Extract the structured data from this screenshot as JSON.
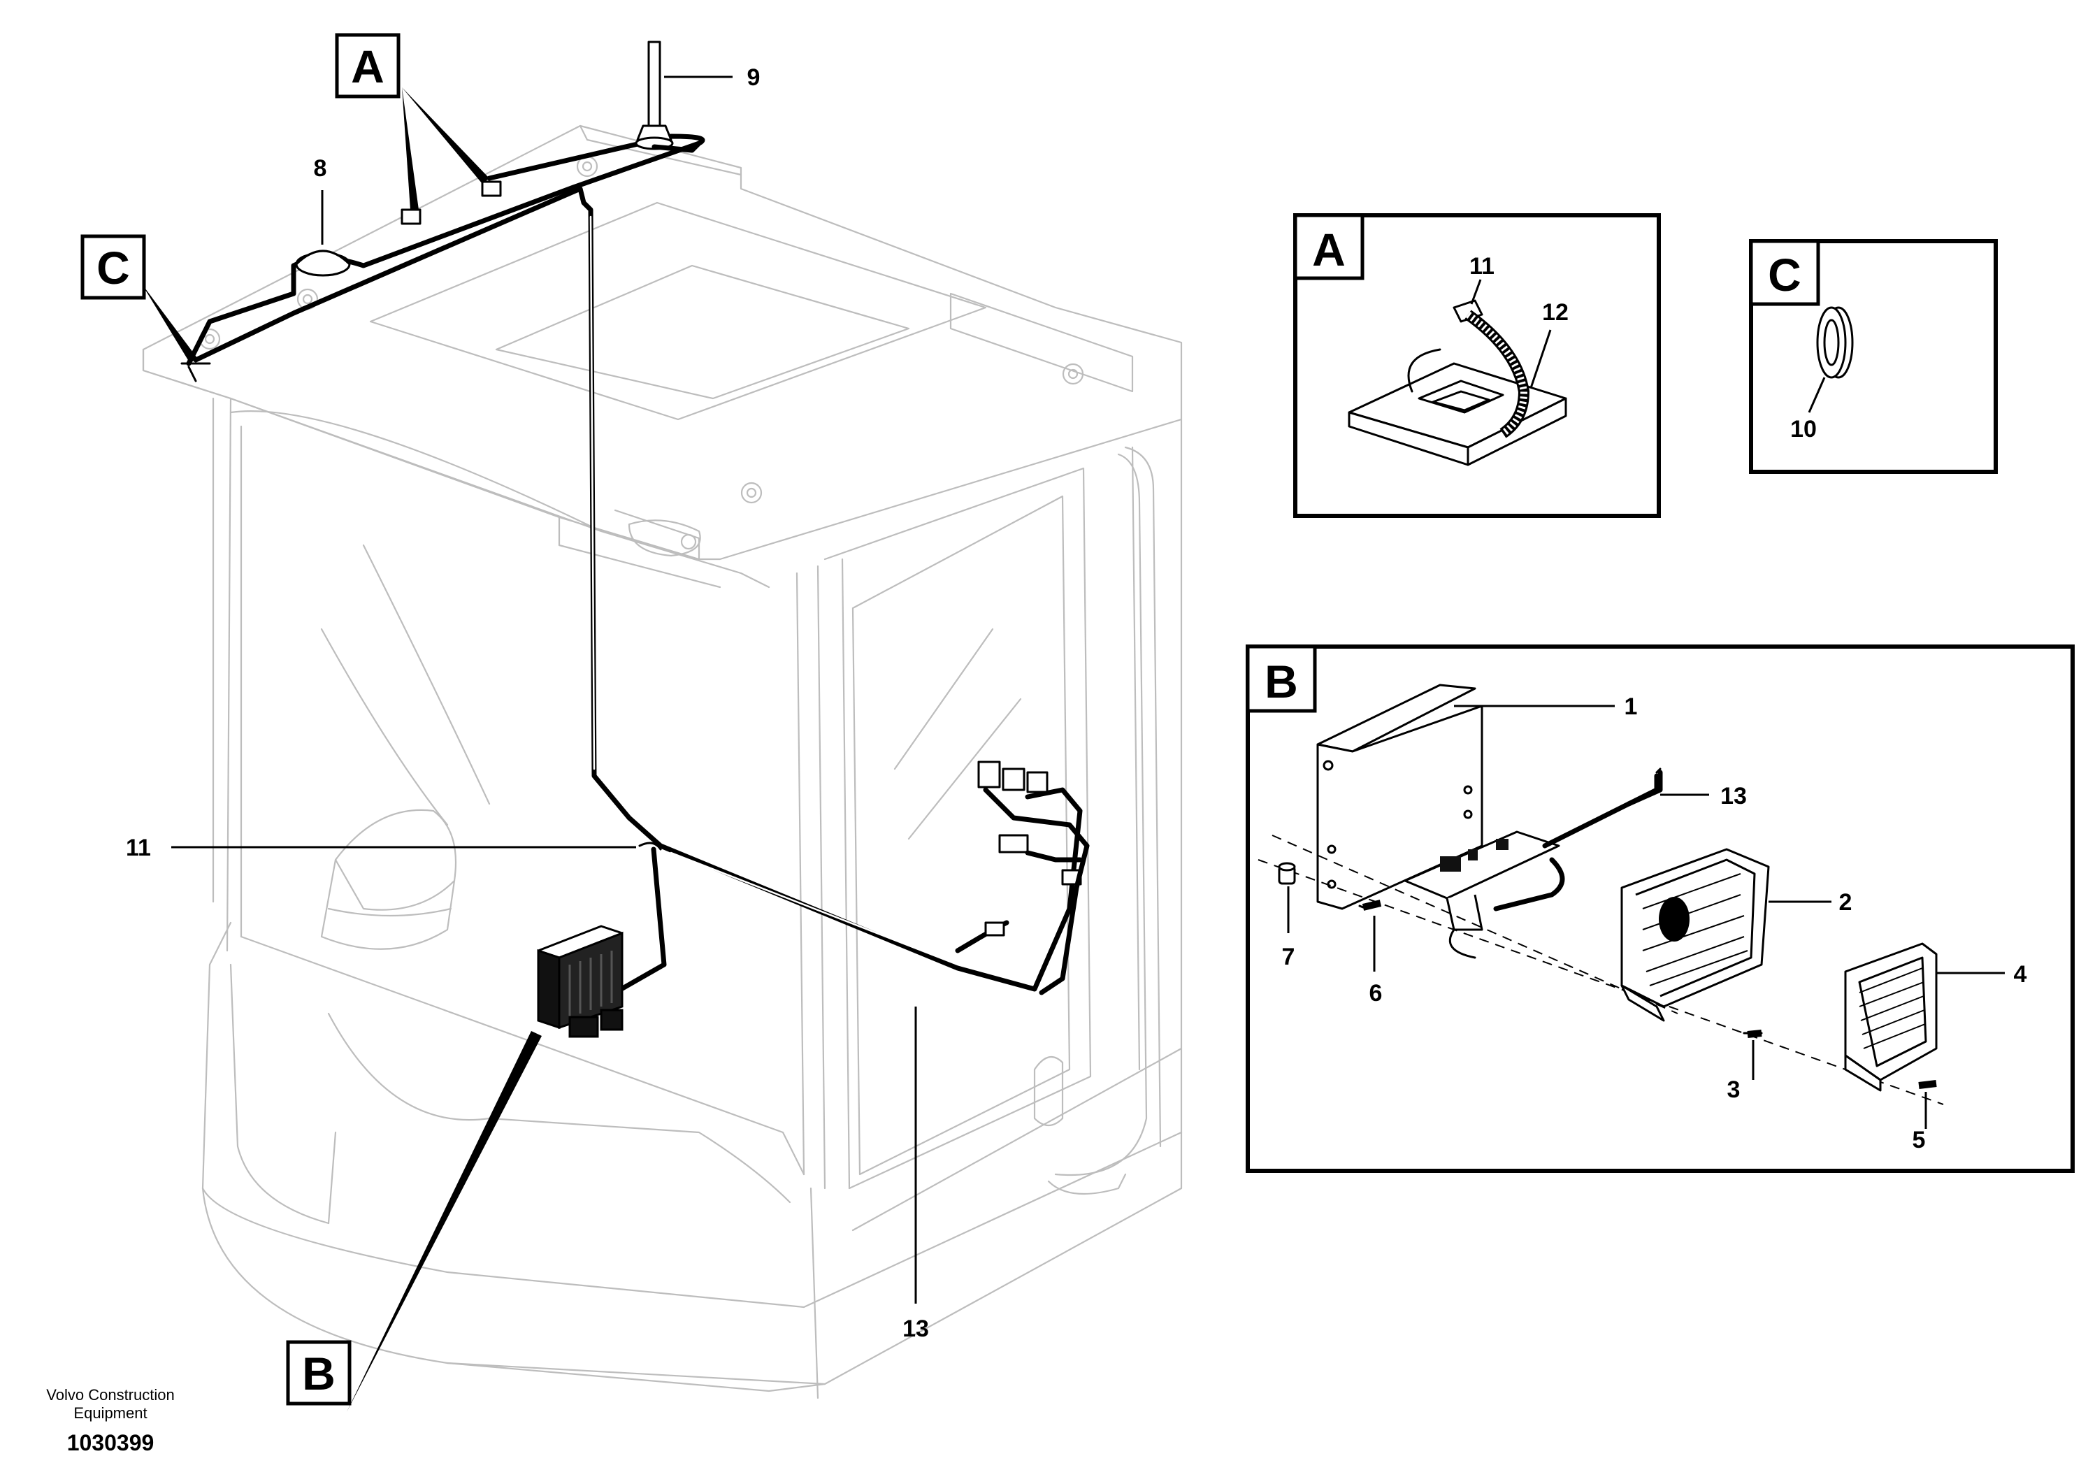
{
  "callouts": {
    "c1": "1",
    "c2": "2",
    "c3": "3",
    "c4": "4",
    "c5": "5",
    "c6": "6",
    "c7": "7",
    "c8": "8",
    "c9": "9",
    "c10": "10",
    "c11_main": "11",
    "c11_detail": "11",
    "c12": "12",
    "c13_main": "13",
    "c13_detail": "13"
  },
  "refs": {
    "a_main": "A",
    "b_main": "B",
    "c_main": "C",
    "a_detail": "A",
    "b_detail": "B",
    "c_detail": "C"
  },
  "footer": {
    "company_line1": "Volvo Construction",
    "company_line2": "Equipment",
    "drawing_number": "1030399"
  }
}
